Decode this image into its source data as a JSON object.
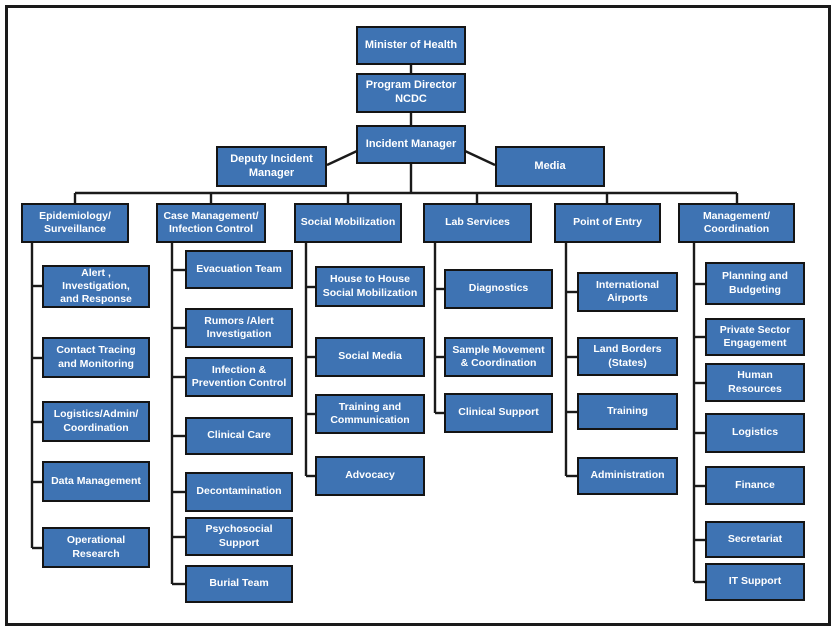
{
  "colors": {
    "box_fill": "#3e73b3",
    "box_border": "#141414",
    "connector_line": "#1a1a1a",
    "box_text": "#ffffff",
    "background": "#ffffff"
  },
  "chart": {
    "minister": "Minister of Health",
    "program_director": "Program Director\nNCDC",
    "incident_manager": "Incident Manager",
    "deputy_incident_manager": "Deputy Incident\nManager",
    "media": "Media",
    "columns": [
      {
        "header": "Epidemiology/\nSurveillance",
        "children": [
          "Alert , Investigation,\nand Response",
          "Contact Tracing\nand Monitoring",
          "Logistics/Admin/\nCoordination",
          "Data Management",
          "Operational\nResearch"
        ]
      },
      {
        "header": "Case Management/\nInfection Control",
        "children": [
          "Evacuation Team",
          "Rumors /Alert\nInvestigation",
          "Infection &\nPrevention Control",
          "Clinical Care",
          "Decontamination",
          "Psychosocial\nSupport",
          "Burial Team"
        ]
      },
      {
        "header": "Social Mobilization",
        "children": [
          "House to House\nSocial Mobilization",
          "Social Media",
          "Training and\nCommunication",
          "Advocacy"
        ]
      },
      {
        "header": "Lab Services",
        "children": [
          "Diagnostics",
          "Sample Movement\n& Coordination",
          "Clinical Support"
        ]
      },
      {
        "header": "Point of Entry",
        "children": [
          "International\nAirports",
          "Land Borders\n(States)",
          "Training",
          "Administration"
        ]
      },
      {
        "header": "Management/\nCoordination",
        "children": [
          "Planning and\nBudgeting",
          "Private Sector\nEngagement",
          "Human Resources",
          "Logistics",
          "Finance",
          "Secretariat",
          "IT Support"
        ]
      }
    ]
  }
}
